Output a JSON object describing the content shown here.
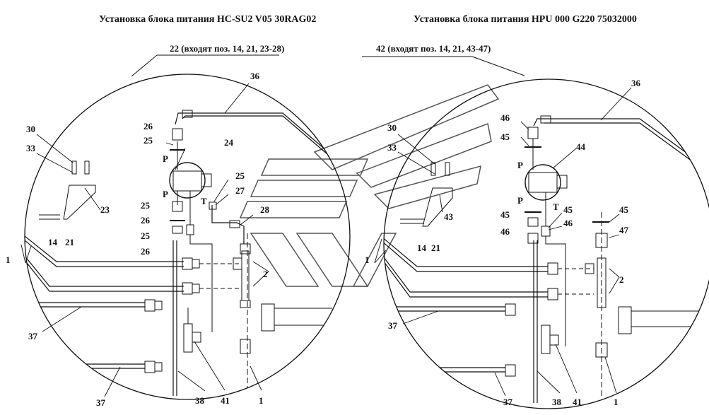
{
  "titles": {
    "left": "Установка блока питания HC-SU2 V05 30RAG02",
    "right": "Установка блока питания HPU 000 G220 75032000"
  },
  "left": {
    "group": "22 (входят поз. 14, 21, 23-28)",
    "labels": {
      "l36": "36",
      "l30": "30",
      "l33": "33",
      "l23": "23",
      "l14": "14",
      "l21": "21",
      "l26a": "26",
      "l25a": "25",
      "pA": "P",
      "l24": "24",
      "pB": "P",
      "l25b": "25",
      "l27": "27",
      "t": "T",
      "l25c": "25",
      "l26b": "26",
      "l28": "28",
      "l25d": "25",
      "l26c": "26",
      "l1": "1",
      "l2": "2",
      "l37a": "37",
      "l37b": "37",
      "l38": "38",
      "l41": "41",
      "l1b": "1"
    }
  },
  "right": {
    "group": "42 (входят поз. 14, 21, 43-47)",
    "labels": {
      "l36": "36",
      "l46a": "46",
      "l45a": "45",
      "l30": "30",
      "l33": "33",
      "l44": "44",
      "pA": "P",
      "pB": "P",
      "t": "T",
      "l45b": "45",
      "l45c": "45",
      "l45d": "45",
      "l46b": "46",
      "l46c": "46",
      "l47": "47",
      "l43": "43",
      "l14": "14",
      "l21": "21",
      "l1": "1",
      "l2": "2",
      "l37a": "37",
      "l37b": "37",
      "l38": "38",
      "l41": "41",
      "l1b": "1"
    }
  }
}
